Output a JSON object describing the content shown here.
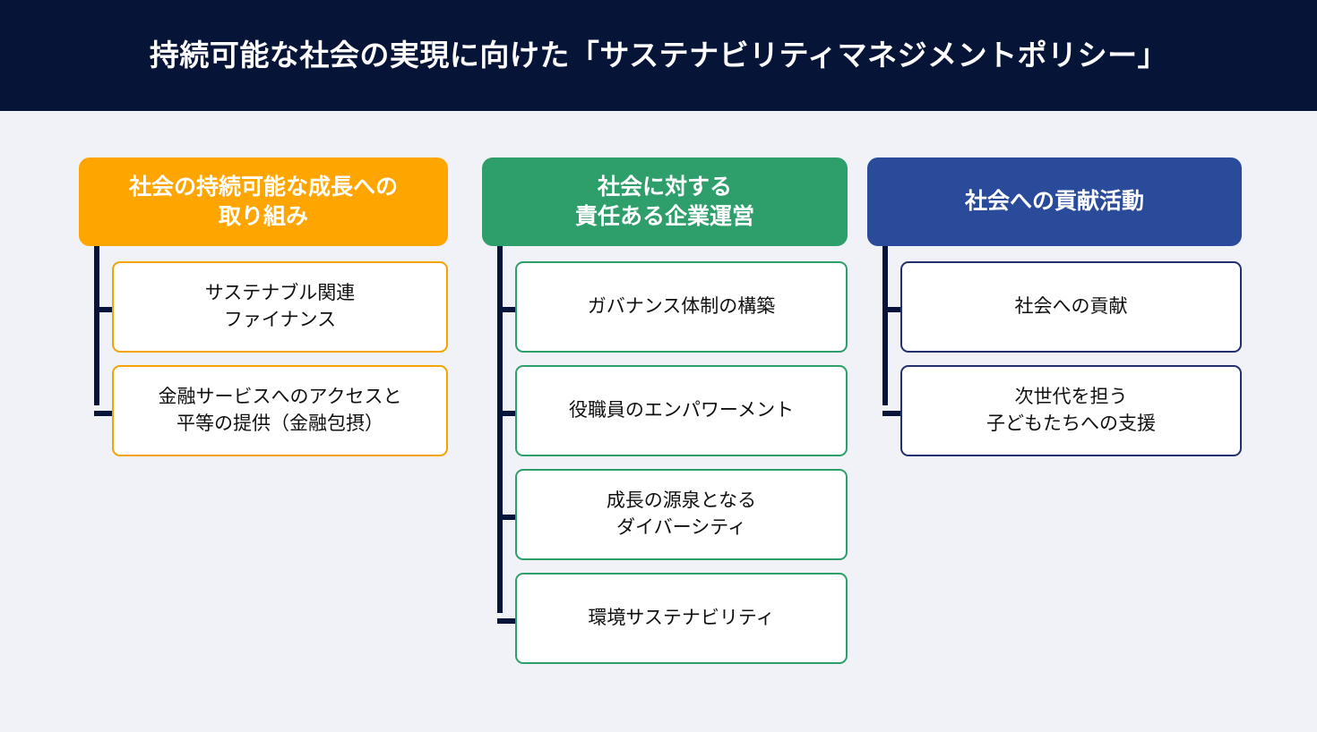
{
  "header": {
    "title": "持続可能な社会の実現に向けた「サステナビリティマネジメントポリシー」",
    "background_color": "#061438",
    "text_color": "#ffffff"
  },
  "page": {
    "background_color": "#f0f2f7",
    "connector_color": "#06143c"
  },
  "columns": [
    {
      "id": "social-sustainable-growth",
      "accent_color": "#ffa500",
      "header_lines": [
        "社会の持続可能な成長への",
        "取り組み"
      ],
      "items": [
        {
          "lines": [
            "サステナブル関連",
            "ファイナンス"
          ]
        },
        {
          "lines": [
            "金融サービスへのアクセスと",
            "平等の提供（金融包摂）"
          ]
        }
      ]
    },
    {
      "id": "responsible-management",
      "accent_color": "#2e9e6b",
      "header_lines": [
        "社会に対する",
        "責任ある企業運営"
      ],
      "items": [
        {
          "lines": [
            "ガバナンス体制の構築"
          ]
        },
        {
          "lines": [
            "役職員のエンパワーメント"
          ]
        },
        {
          "lines": [
            "成長の源泉となる",
            "ダイバーシティ"
          ]
        },
        {
          "lines": [
            "環境サステナビリティ"
          ]
        }
      ]
    },
    {
      "id": "social-contribution",
      "accent_color": "#2a4b9a",
      "header_lines": [
        "社会への貢献活動"
      ],
      "items": [
        {
          "lines": [
            "社会への貢献"
          ]
        },
        {
          "lines": [
            "次世代を担う",
            "子どもたちへの支援"
          ]
        }
      ]
    }
  ]
}
